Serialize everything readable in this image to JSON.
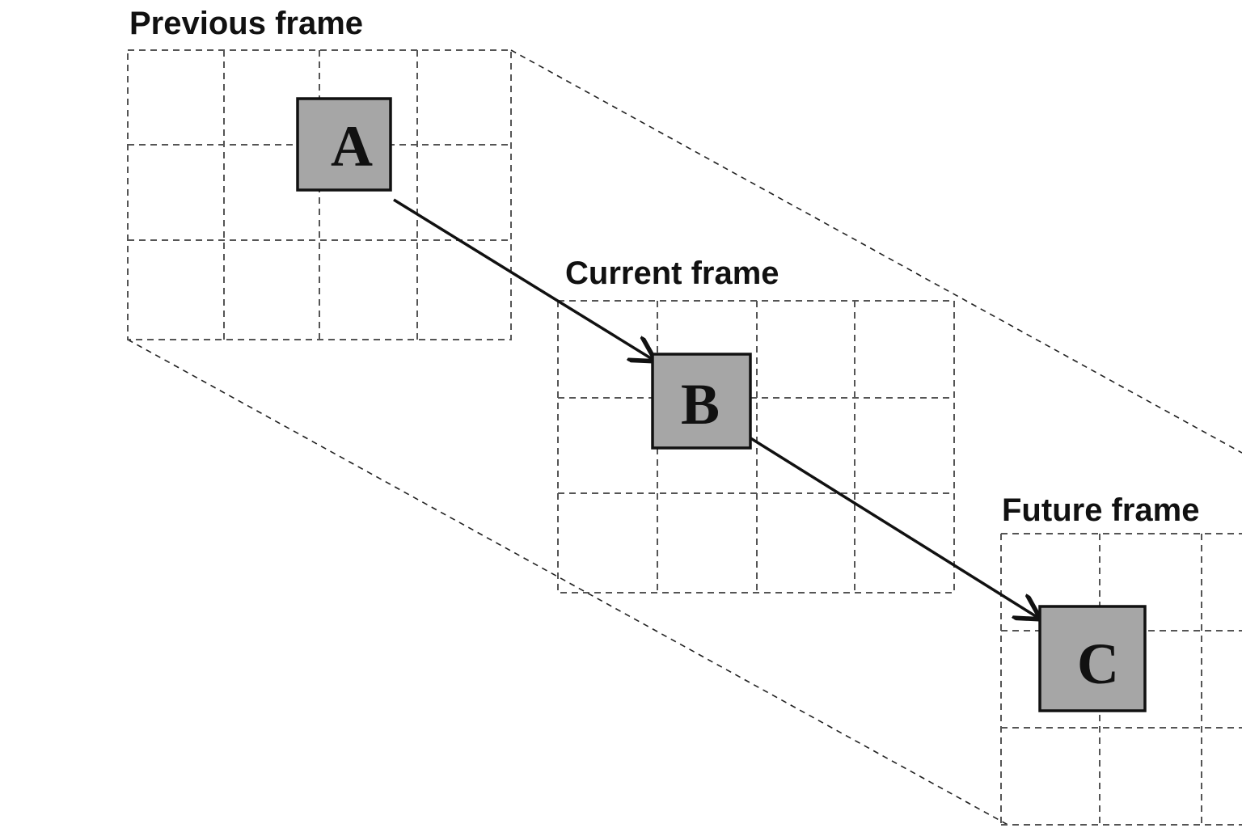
{
  "frames": [
    {
      "title": "Previous frame",
      "block_label": "A"
    },
    {
      "title": "Current frame",
      "block_label": "B"
    },
    {
      "title": "Future frame",
      "block_label": "C"
    }
  ],
  "colors": {
    "block_fill": "#a6a6a6",
    "outline": "#111111",
    "grid_dash": "#555555"
  }
}
